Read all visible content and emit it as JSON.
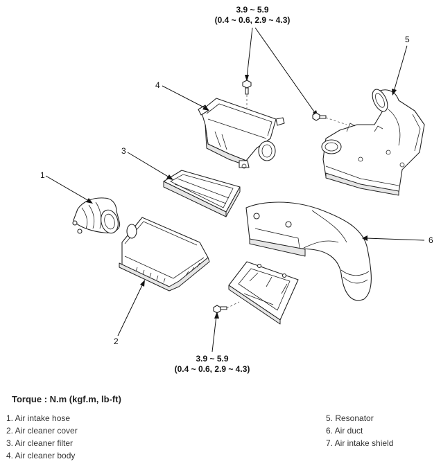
{
  "torque_top": {
    "line1": "3.9 ~ 5.9",
    "line2": "(0.4 ~ 0.6, 2.9 ~ 4.3)"
  },
  "torque_bottom": {
    "line1": "3.9 ~ 5.9",
    "line2": "(0.4 ~ 0.6, 2.9 ~ 4.3)"
  },
  "callouts": [
    "1",
    "2",
    "3",
    "4",
    "5",
    "6"
  ],
  "torque_heading": "Torque : N.m (kgf.m, lb-ft)",
  "legend_left": [
    "1. Air intake hose",
    "2. Air cleaner cover",
    "3. Air cleaner filter",
    "4. Air cleaner body"
  ],
  "legend_right": [
    "5. Resonator",
    "6. Air duct",
    "7. Air intake shield"
  ]
}
